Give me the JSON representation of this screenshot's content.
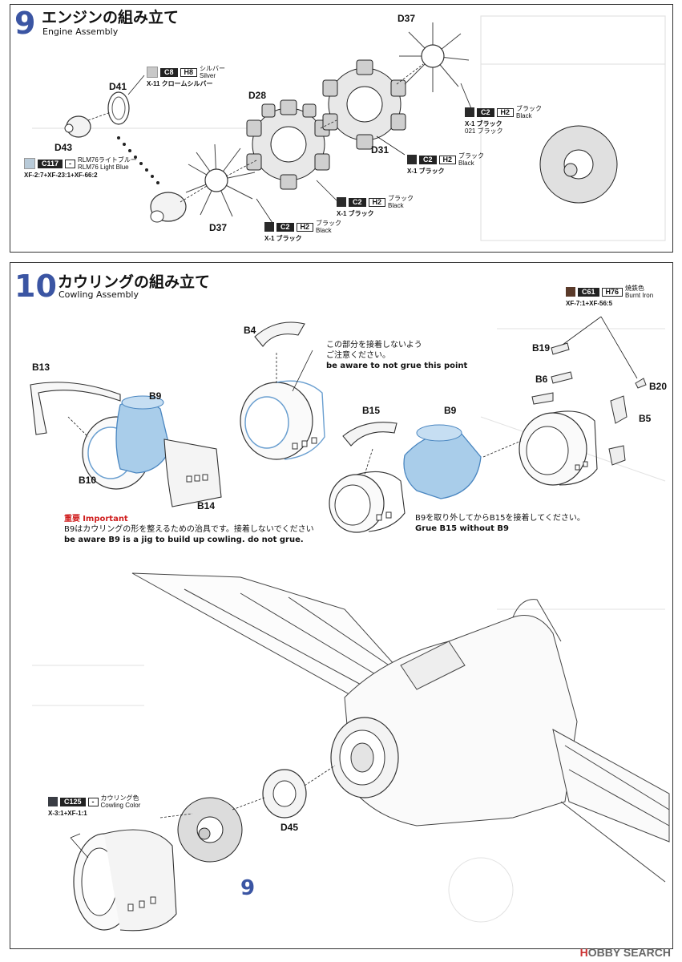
{
  "step9": {
    "number": "9",
    "title_jp": "エンジンの組み立て",
    "title_en": "Engine Assembly",
    "labels": {
      "d41": "D41",
      "d43": "D43",
      "d28": "D28",
      "d37_top": "D37",
      "d31": "D31",
      "d37_bottom": "D37"
    },
    "paints": {
      "c8": {
        "code": "C8",
        "h": "H8",
        "name": "シルバー",
        "name_en": "Silver",
        "mix": "X-11 クロームシルバー",
        "color": "#c8c8c8"
      },
      "c117": {
        "code": "C117",
        "h": "-",
        "name": "RLM76ライトブルー",
        "name_en": "RLM76 Light Blue",
        "mix": "XF-2:7+XF-23:1+XF-66:2",
        "color": "#b8cad8"
      },
      "c2a": {
        "code": "C2",
        "h": "H2",
        "name": "ブラック",
        "name_en": "Black",
        "mix": "X-1 ブラック",
        "extra": "021 ブラック",
        "color": "#2a2a2a"
      },
      "c2b": {
        "code": "C2",
        "h": "H2",
        "name": "ブラック",
        "name_en": "Black",
        "mix": "X-1 ブラック",
        "color": "#2a2a2a"
      },
      "c2c": {
        "code": "C2",
        "h": "H2",
        "name": "ブラック",
        "name_en": "Black",
        "mix": "X-1 ブラック",
        "color": "#2a2a2a"
      },
      "c2d": {
        "code": "C2",
        "h": "H2",
        "name": "ブラック",
        "name_en": "Black",
        "mix": "X-1 ブラック",
        "color": "#2a2a2a"
      }
    }
  },
  "step10": {
    "number": "10",
    "title_jp": "カウリングの組み立て",
    "title_en": "Cowling Assembly",
    "labels": {
      "b13": "B13",
      "b9a": "B9",
      "b10": "B10",
      "b14": "B14",
      "b4": "B4",
      "b15": "B15",
      "b9b": "B9",
      "b19": "B19",
      "b6": "B6",
      "b20": "B20",
      "b5": "B5",
      "d45": "D45"
    },
    "note_top": {
      "jp1": "この部分を接着しないよう",
      "jp2": "ご注意ください。",
      "en": "be aware to not grue this point"
    },
    "note_important": {
      "head_jp": "重要",
      "head_en": "Important",
      "jp": "B9はカウリングの形を整えるための治具です。接着しないでください",
      "en": "be aware B9 is a jig to build up cowling. do not grue."
    },
    "note_b9": {
      "jp": "B9を取り外してからB15を接着してください。",
      "en": "Grue B15 without B9"
    },
    "paints": {
      "c61": {
        "code": "C61",
        "h": "H76",
        "name": "焼鉄色",
        "name_en": "Burnt Iron",
        "mix": "XF-7:1+XF-56:5",
        "color": "#5a3a2a"
      },
      "c125": {
        "code": "C125",
        "h": "-",
        "name": "カウリング色",
        "name_en": "Cowling Color",
        "mix": "X-3:1+XF-1:1",
        "color": "#3a3d44"
      }
    },
    "subassembly_ref": "9"
  },
  "watermark": {
    "brand_a": "H",
    "brand_b": "OBBY SEARCH"
  }
}
